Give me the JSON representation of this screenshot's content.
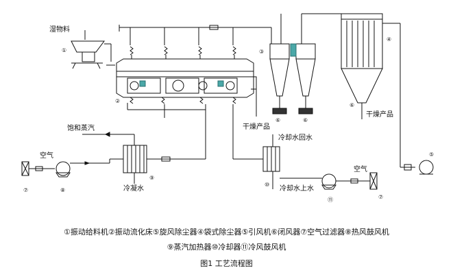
{
  "diagram": {
    "labels": {
      "wet_material": "湿物料",
      "saturated_steam": "饱和蒸汽",
      "dry_product_mid": "干燥产品",
      "dry_product_right": "干燥产品",
      "cooling_return": "冷却水回水",
      "cooling_supply": "冷却水上水",
      "condensate": "冷凝水",
      "air_left": "空气",
      "air_right": "空气"
    },
    "numbers": {
      "n1": "①",
      "n2": "②",
      "n3": "③",
      "n4": "④",
      "n5": "⑤",
      "n6a": "⑥",
      "n6b": "⑥",
      "n6c": "⑥",
      "n7a": "⑦",
      "n7b": "⑦",
      "n8": "⑧",
      "n9": "⑨",
      "n10": "⑩",
      "n11": "⑪"
    }
  },
  "legend": {
    "line1": "①振动给料机②振动流化床⑤旋风除尘器④袋式除尘器⑤引风机⑥闭风器⑦空气过滤器⑧热风鼓风机",
    "line2": "⑨蒸汽加热器⑩冷却器⑪冷风鼓风机"
  },
  "caption": "图1  工艺流程图"
}
